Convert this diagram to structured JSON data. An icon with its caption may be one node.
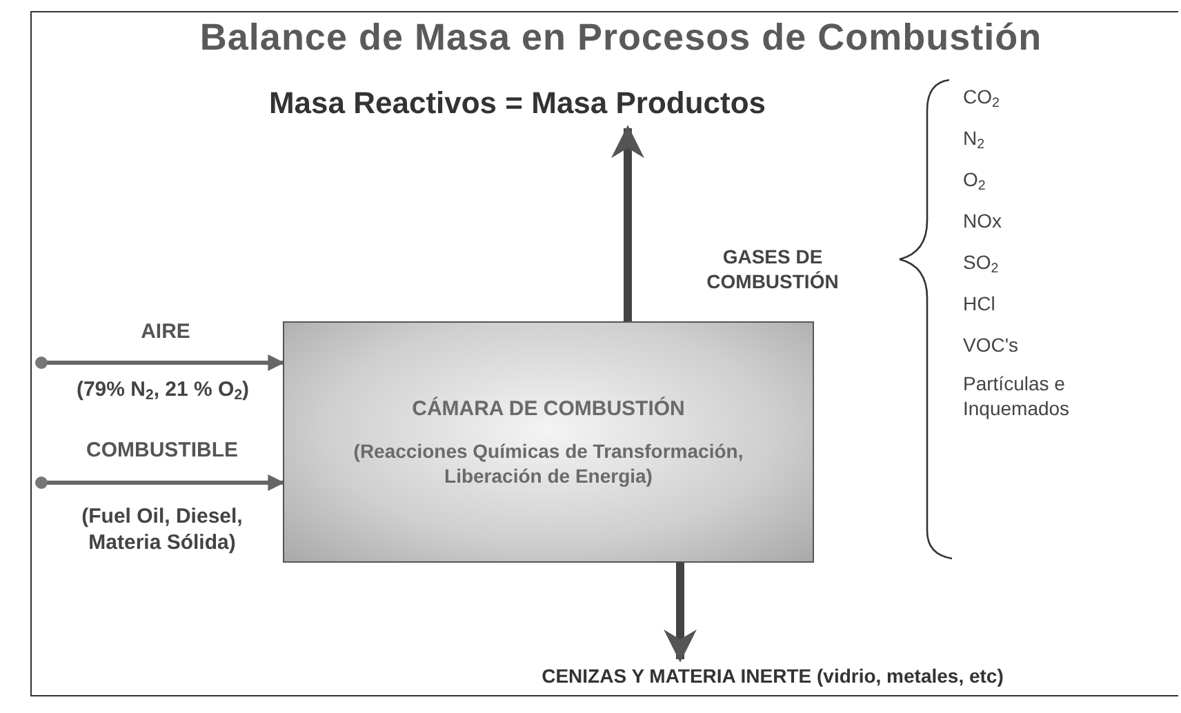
{
  "diagram": {
    "title": "Balance de Masa en Procesos de Combustión",
    "nodes": [
      {
        "text": [
          "CÁMARA DE COMBUSTIÓN",
          "(Reacciones Químicas de Transformación, Liberación de Energia)"
        ]
      },
      {
        "text": [
          "Masa Reactivos = Masa Productos"
        ]
      },
      {
        "text": [
          "CENIZAS Y MATERIA INERTE (vidrio, metales, etc)"
        ]
      }
    ],
    "edges": [
      {
        "from": null,
        "to": 0,
        "arrow": "to",
        "label": "AIRE"
      },
      {
        "from": null,
        "to": 0,
        "arrow": "to",
        "label": "COMBUSTIBLE"
      },
      {
        "from": 0,
        "to": 1,
        "arrow": "to",
        "style": "thick"
      },
      {
        "from": 0,
        "to": 2,
        "arrow": "to",
        "style": "thick"
      }
    ],
    "labels": [
      "(79% N$_{2}$, 21 % O$_{2}$)",
      "(Fuel Oil, Diesel, Materia Sólida)",
      "GASES DE COMBUSTIÓN",
      "CO$_{2}$",
      "N$_{2}$",
      "O$_{2}$",
      "NOx",
      "SO$_{2}$",
      "HCl",
      "VOC's",
      "Partículas e Inquemados"
    ]
  }
}
